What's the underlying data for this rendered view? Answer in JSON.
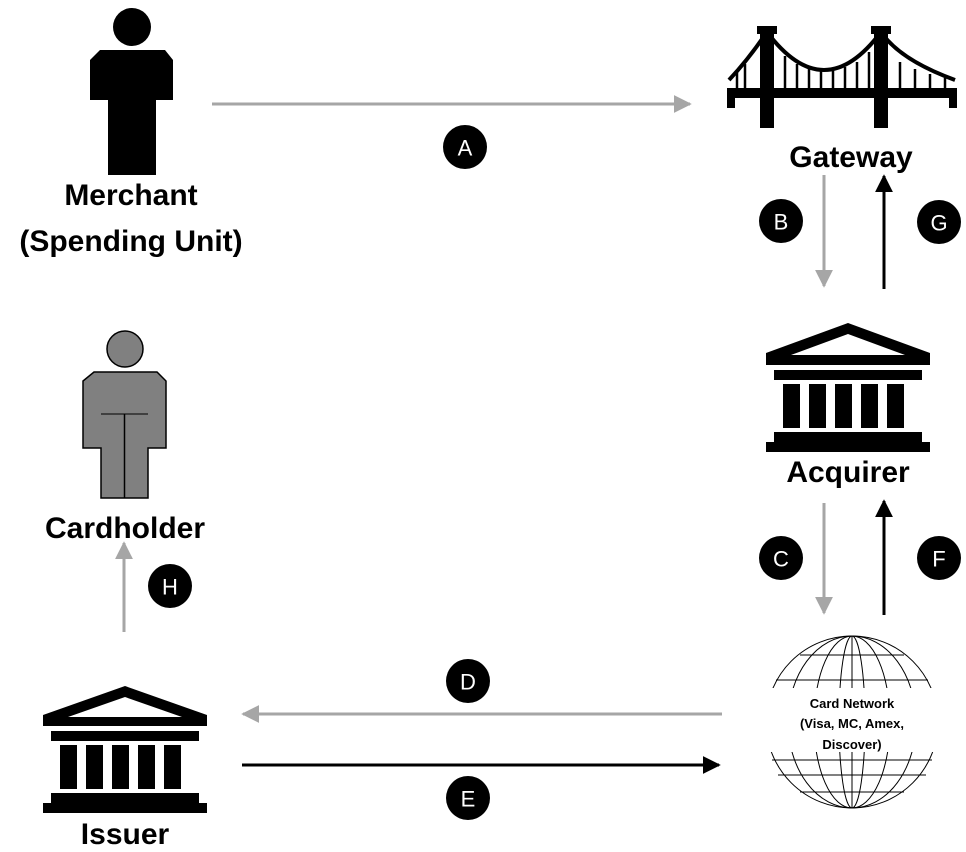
{
  "nodes": {
    "merchant": {
      "line1": "Merchant",
      "line2": "(Spending Unit)"
    },
    "gateway": {
      "label": "Gateway"
    },
    "acquirer": {
      "label": "Acquirer"
    },
    "cardholder": {
      "label": "Cardholder"
    },
    "issuer": {
      "label": "Issuer"
    },
    "network": {
      "line1": "Card Network",
      "line2": "(Visa, MC, Amex,",
      "line3": "Discover)"
    }
  },
  "steps": {
    "a": "A",
    "b": "B",
    "c": "C",
    "d": "D",
    "e": "E",
    "f": "F",
    "g": "G",
    "h": "H"
  },
  "colors": {
    "request_arrow": "#a6a6a6",
    "response_arrow": "#000000",
    "cardholder_fill": "#808080",
    "badge": "#000000"
  }
}
